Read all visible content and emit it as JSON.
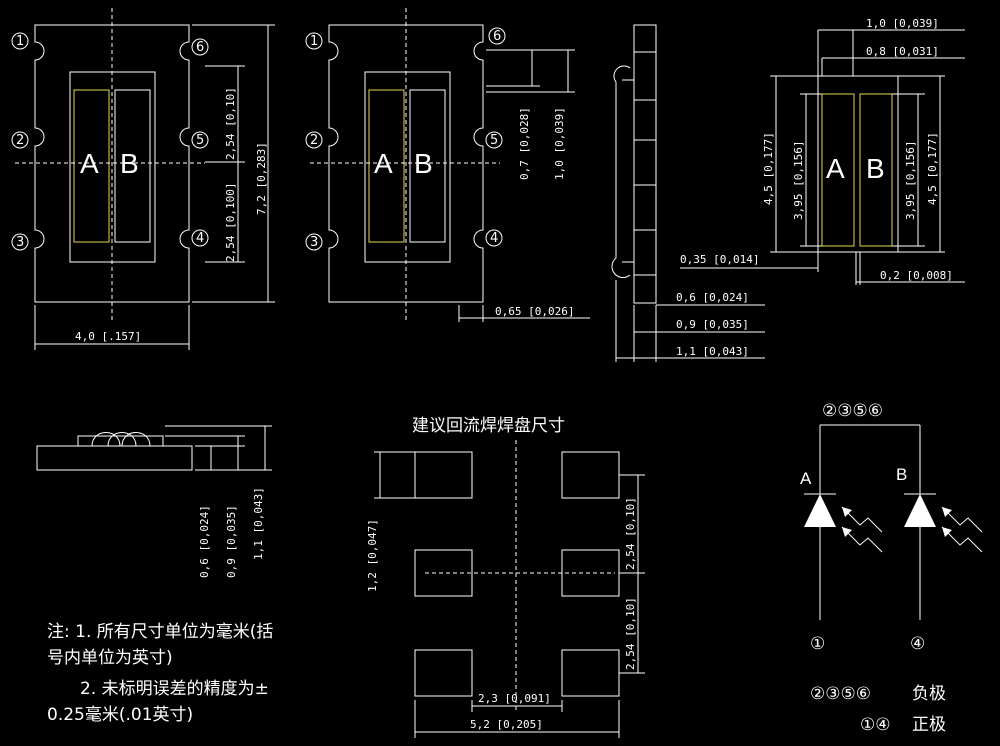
{
  "top_view": {
    "label_a": "A",
    "label_b": "B",
    "pins": [
      "1",
      "2",
      "3",
      "4",
      "5",
      "6"
    ],
    "dim_width": "4,0 [.157]",
    "dim_height": "7,2 [0,283]",
    "dim_pitch_upper": "2,54 [0,10]",
    "dim_pitch_lower": "2,54 [0,100]"
  },
  "top_view_2": {
    "label_a": "A",
    "label_b": "B",
    "pins": [
      "1",
      "2",
      "3",
      "4",
      "5",
      "6"
    ],
    "dim_07": "0,7 [0,028]",
    "dim_10": "1,0 [0,039]",
    "dim_065": "0,65 [0,026]"
  },
  "side_view": {
    "dim_06": "0,6 [0,024]",
    "dim_09": "0,9 [0,035]",
    "dim_11": "1,1 [0,043]"
  },
  "detail_view": {
    "label_a": "A",
    "label_b": "B",
    "dim_10": "1,0 [0,039]",
    "dim_08": "0,8 [0,031]",
    "dim_45_left": "4,5 [0,177]",
    "dim_395_left": "3,95 [0,156]",
    "dim_395_right": "3,95 [0,156]",
    "dim_45_right": "4,5 [0,177]",
    "dim_035": "0,35 [0,014]",
    "dim_02": "0,2 [0,008]"
  },
  "front_view": {
    "dim_06": "0,6 [0,024]",
    "dim_09": "0,9 [0,035]",
    "dim_11": "1,1 [0,043]"
  },
  "solder_pad": {
    "title": "建议回流焊焊盘尺寸",
    "dim_12": "1,2 [0,047]",
    "dim_254_upper": "2,54 [0,10]",
    "dim_254_lower": "2,54 [0,10]",
    "dim_23": "2,3 [0,091]",
    "dim_52": "5,2 [0,205]"
  },
  "schematic": {
    "common_pins": "②③⑤⑥",
    "label_a": "A",
    "label_b": "B",
    "pin_a": "①",
    "pin_b": "④",
    "legend_neg_pins": "②③⑤⑥",
    "legend_neg": "负极",
    "legend_pos_pins": "①④",
    "legend_pos": "正极"
  },
  "notes": {
    "line1": "注: 1. 所有尺寸单位为毫米(括",
    "line2": "号内单位为英寸)",
    "line3": "2. 未标明误差的精度为±",
    "line4": "0.25毫米(.01英寸)"
  }
}
